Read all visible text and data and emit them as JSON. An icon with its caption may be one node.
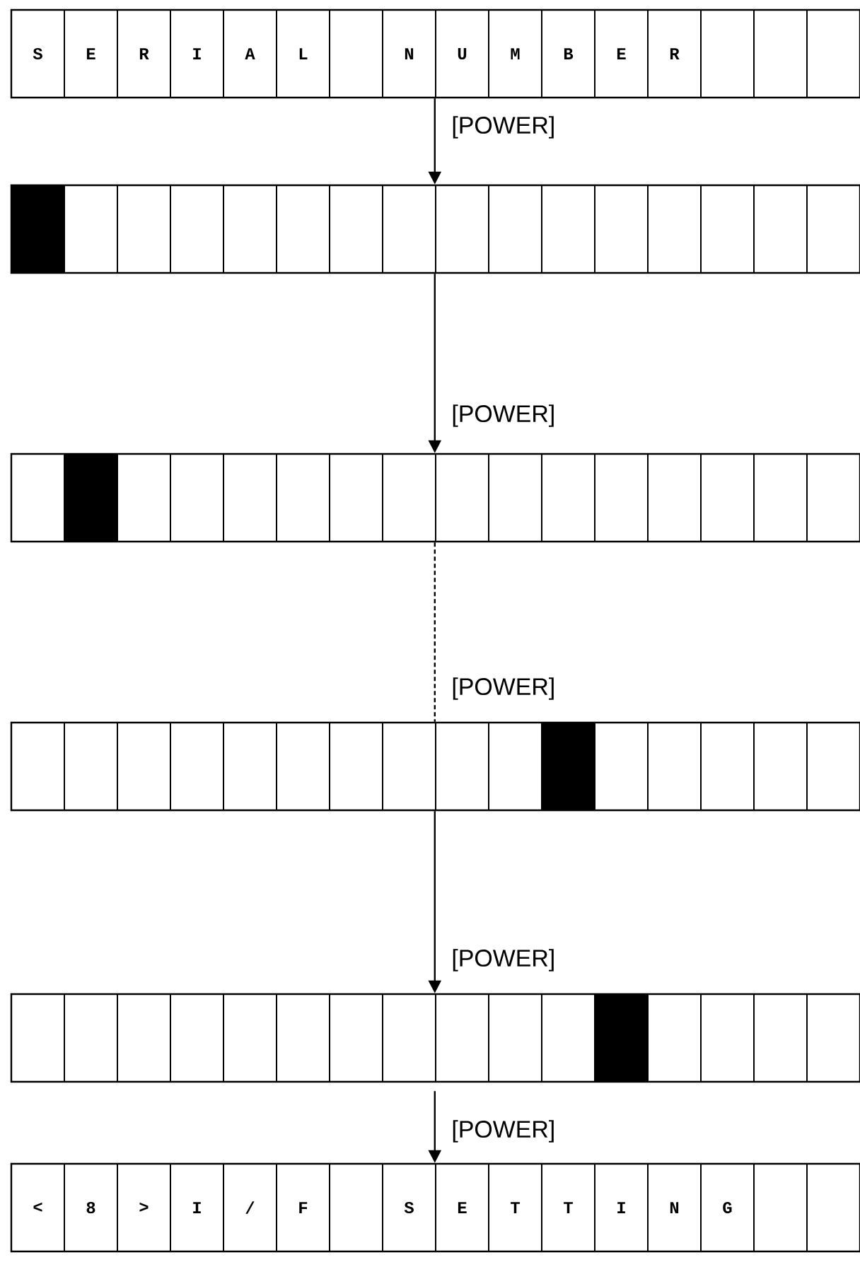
{
  "diagram": {
    "nodes": [
      {
        "text": [
          "S",
          "E",
          "R",
          "I",
          "A",
          "L",
          "N",
          "U",
          "M",
          "B",
          "E",
          "R"
        ]
      },
      {
        "text": [],
        "shape": "box"
      },
      {
        "text": [],
        "shape": "box"
      },
      {
        "text": [],
        "shape": "box"
      },
      {
        "text": [],
        "shape": "box"
      },
      {
        "text": [
          "<",
          "8",
          ">",
          "I",
          "/",
          "F",
          "S",
          "E",
          "T",
          "T",
          "I",
          "N",
          "G"
        ]
      }
    ],
    "edges": [
      {
        "from": 0,
        "to": 1,
        "arrow": "to",
        "label": "[POWER]"
      },
      {
        "from": 1,
        "to": 2,
        "arrow": "to",
        "label": "[POWER]"
      },
      {
        "from": 2,
        "to": 3,
        "arrow": "none",
        "style": "dashed",
        "label": "[POWER]"
      },
      {
        "from": 3,
        "to": 4,
        "arrow": "to",
        "label": "[POWER]"
      },
      {
        "from": 4,
        "to": 5,
        "arrow": "to",
        "label": "[POWER]"
      }
    ]
  }
}
